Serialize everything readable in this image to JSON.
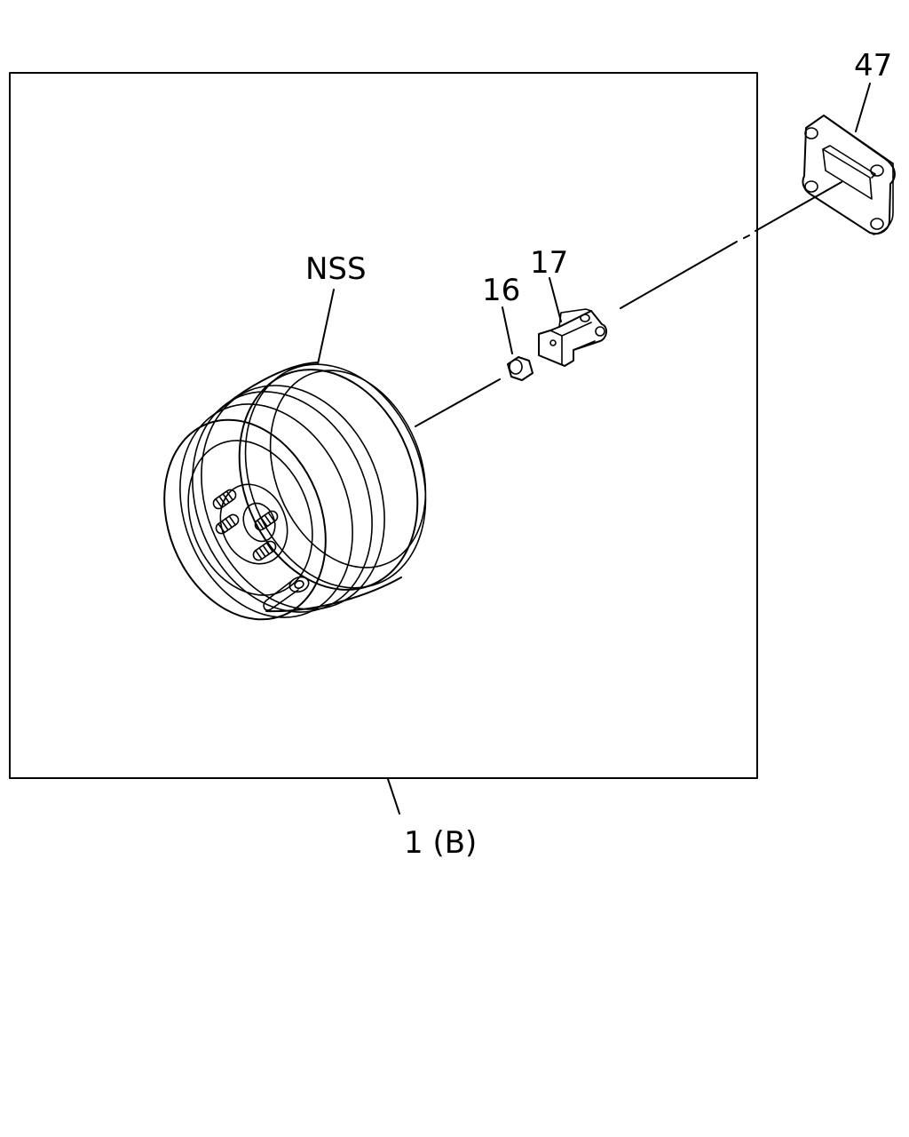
{
  "labels": {
    "nss": "NSS",
    "part_16": "16",
    "part_17": "17",
    "part_47": "47",
    "assembly": "1 (B)"
  }
}
